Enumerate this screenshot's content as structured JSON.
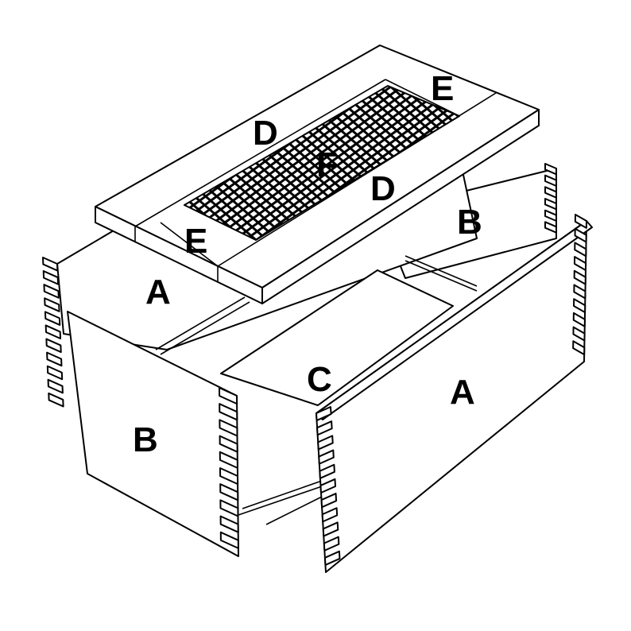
{
  "parts": {
    "side_back": "A",
    "side_front": "A",
    "end_left": "B",
    "end_right": "B",
    "bottom": "C",
    "lid_board_left": "D",
    "lid_board_right": "D",
    "lid_cleat_top": "E",
    "lid_cleat_bottom": "E",
    "mesh_panel": "F"
  },
  "colors": {
    "line": "#000000",
    "fill": "#ffffff"
  }
}
